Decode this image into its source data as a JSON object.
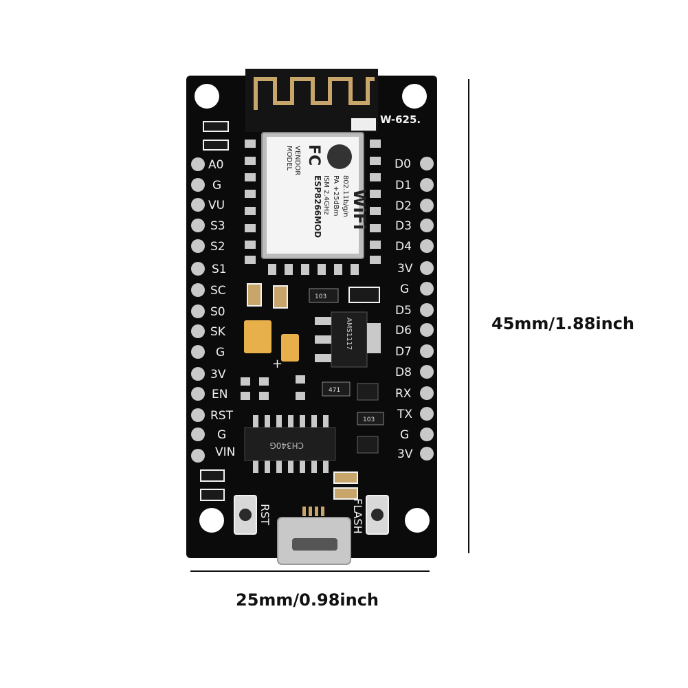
{
  "dimensions": {
    "height": "45mm/1.88inch",
    "width": "25mm/0.98inch"
  },
  "board": {
    "model_marking": "W-625.",
    "left_pins": [
      "A0",
      "G",
      "VU",
      "S3",
      "S2",
      "S1",
      "SC",
      "S0",
      "SK",
      "G",
      "3V",
      "EN",
      "RST",
      "G",
      "VIN"
    ],
    "right_pins": [
      "D0",
      "D1",
      "D2",
      "D3",
      "D4",
      "3V",
      "G",
      "D5",
      "D6",
      "D7",
      "D8",
      "RX",
      "TX",
      "G",
      "3V"
    ],
    "button_left": "RST",
    "button_right": "FLASH",
    "module": {
      "line1": "MODEL",
      "line2": "VENDOR",
      "line3": "ESP8266MOD",
      "line4": "ISM 2.4GHz",
      "line5": "PA +25dBm",
      "line6": "802.11b/g/n",
      "wifi": "WiFi",
      "fc": "FC"
    },
    "chip_marking": "CH340G",
    "regulator_marking": "AMS1117",
    "resistor_1": "103",
    "resistor_2": "471",
    "resistor_3": "103",
    "cap_plus": "+"
  },
  "colors": {
    "pcb": "#0b0b0b",
    "silkscreen": "#f2f2f2",
    "pad": "#c9c9c9",
    "gold": "#c8a56a",
    "tantalum": "#e8b04a",
    "usb": "#c8c8c8"
  }
}
